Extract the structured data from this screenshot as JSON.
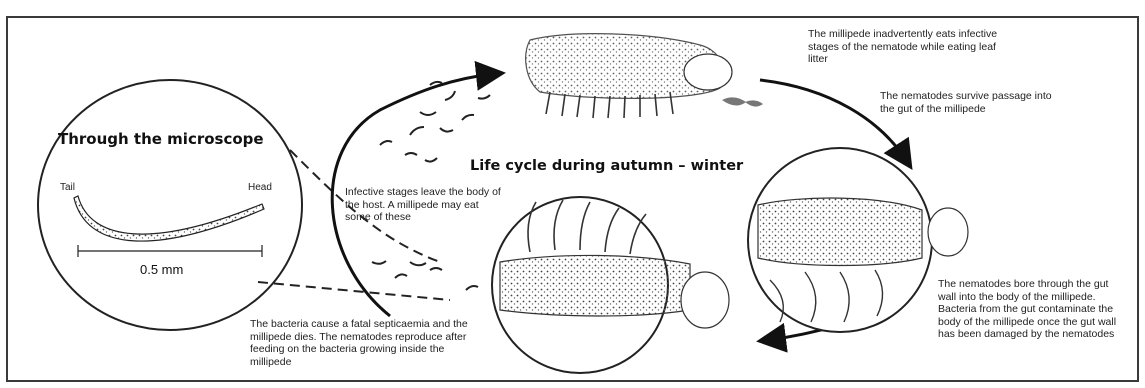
{
  "microscope": {
    "title": "Through the microscope",
    "tail_label": "Tail",
    "head_label": "Head",
    "scale_label": "0.5 mm"
  },
  "cycle_title": "Life cycle during autumn – winter",
  "captions": {
    "eats": "The millipede inadvertently eats infective stages of the nematode while eating leaf litter",
    "passage": "The nematodes survive passage into the gut of the millipede",
    "bore": "The nematodes bore through the gut wall into the body of the millipede. Bacteria from the gut contaminate the body of the millipede once the gut wall has been damaged by the nematodes",
    "bacteria": "The bacteria cause a fatal septicaemia and the millipede dies. The nematodes reproduce after feeding on the bacteria growing inside the millipede",
    "infective": "Infective stages leave the body of the host. A millipede may eat some of these"
  }
}
